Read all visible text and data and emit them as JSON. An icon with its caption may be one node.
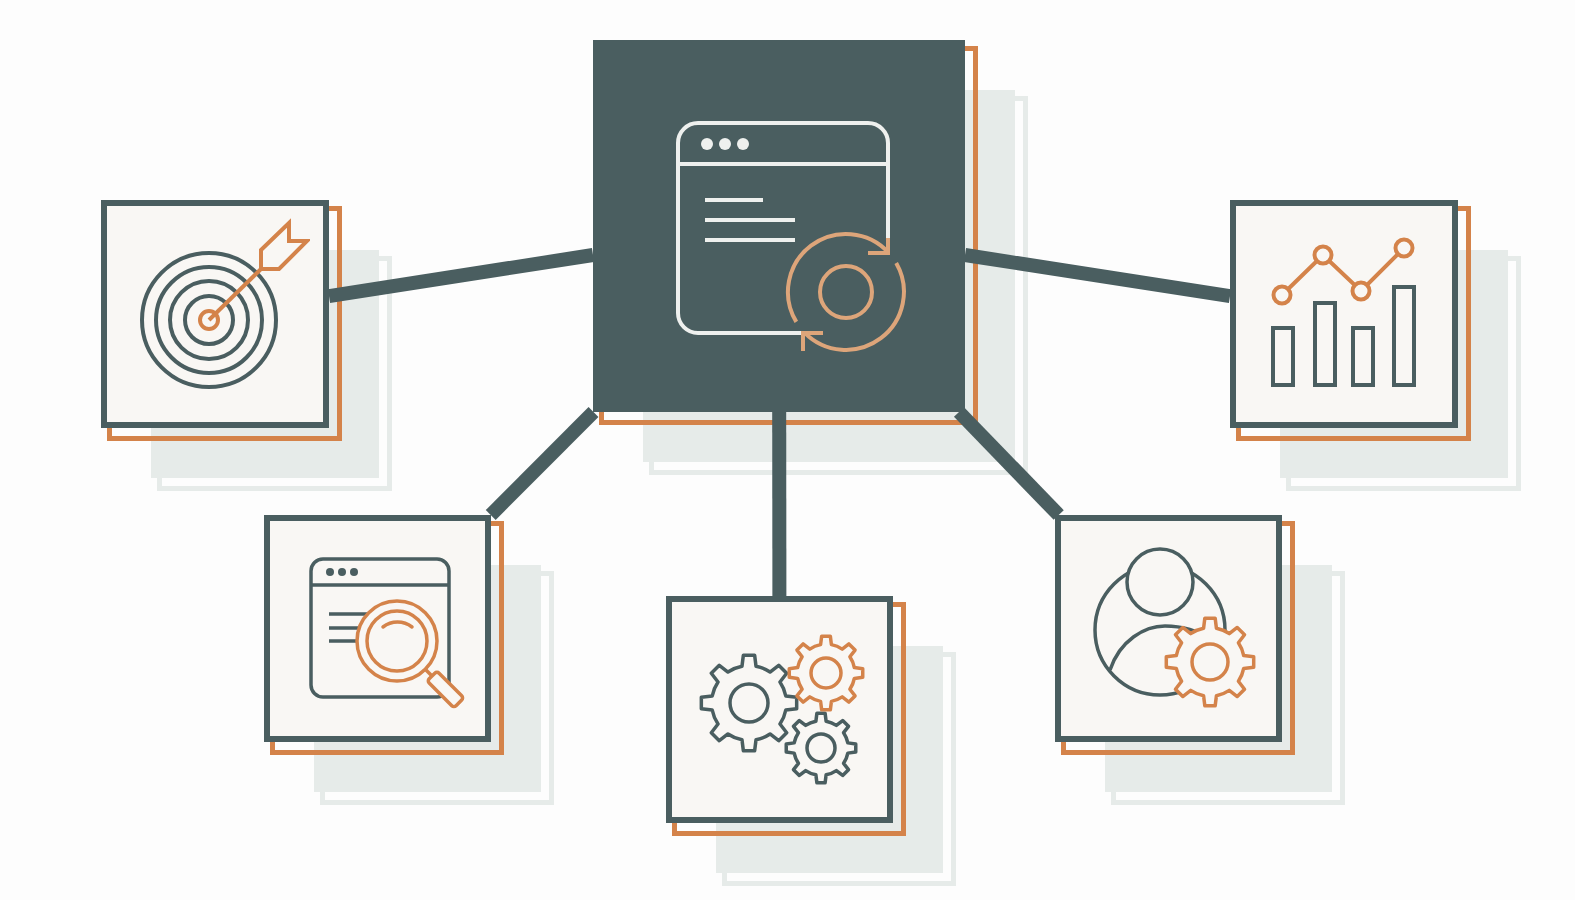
{
  "diagram": {
    "nodes": [
      {
        "text": [],
        "shape": "picture"
      },
      {
        "text": [],
        "shape": "picture"
      },
      {
        "text": [],
        "shape": "picture"
      },
      {
        "text": [],
        "shape": "picture"
      },
      {
        "text": [],
        "shape": "picture"
      },
      {
        "text": [],
        "shape": "picture"
      }
    ],
    "edges": [
      {
        "from": 0,
        "to": 1,
        "arrow": "none"
      },
      {
        "from": 0,
        "to": 2,
        "arrow": "none"
      },
      {
        "from": 0,
        "to": 3,
        "arrow": "none"
      },
      {
        "from": 0,
        "to": 4,
        "arrow": "none"
      },
      {
        "from": 0,
        "to": 5,
        "arrow": "none"
      }
    ]
  }
}
